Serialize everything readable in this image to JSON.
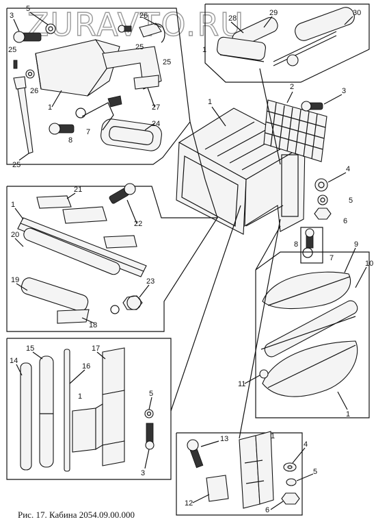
{
  "watermark": "ZURAVTO.RU",
  "caption": "Рис. 17. Кабина 2054.09.00.000",
  "callouts": {
    "top_left": [
      "3",
      "5",
      "26",
      "25",
      "25",
      "25",
      "1",
      "26",
      "27",
      "24",
      "7",
      "8",
      "25"
    ],
    "top_right": [
      "28",
      "29",
      "30",
      "1"
    ],
    "cabin": [
      "1",
      "2",
      "3",
      "4",
      "5",
      "6",
      "8",
      "7"
    ],
    "middle_left": [
      "21",
      "22",
      "1",
      "20",
      "19",
      "23",
      "18"
    ],
    "right_panel": [
      "9",
      "10",
      "11",
      "1"
    ],
    "bottom_left": [
      "14",
      "15",
      "16",
      "17",
      "1",
      "5",
      "3"
    ],
    "bottom_right": [
      "13",
      "1",
      "4",
      "5",
      "12",
      "6"
    ]
  }
}
